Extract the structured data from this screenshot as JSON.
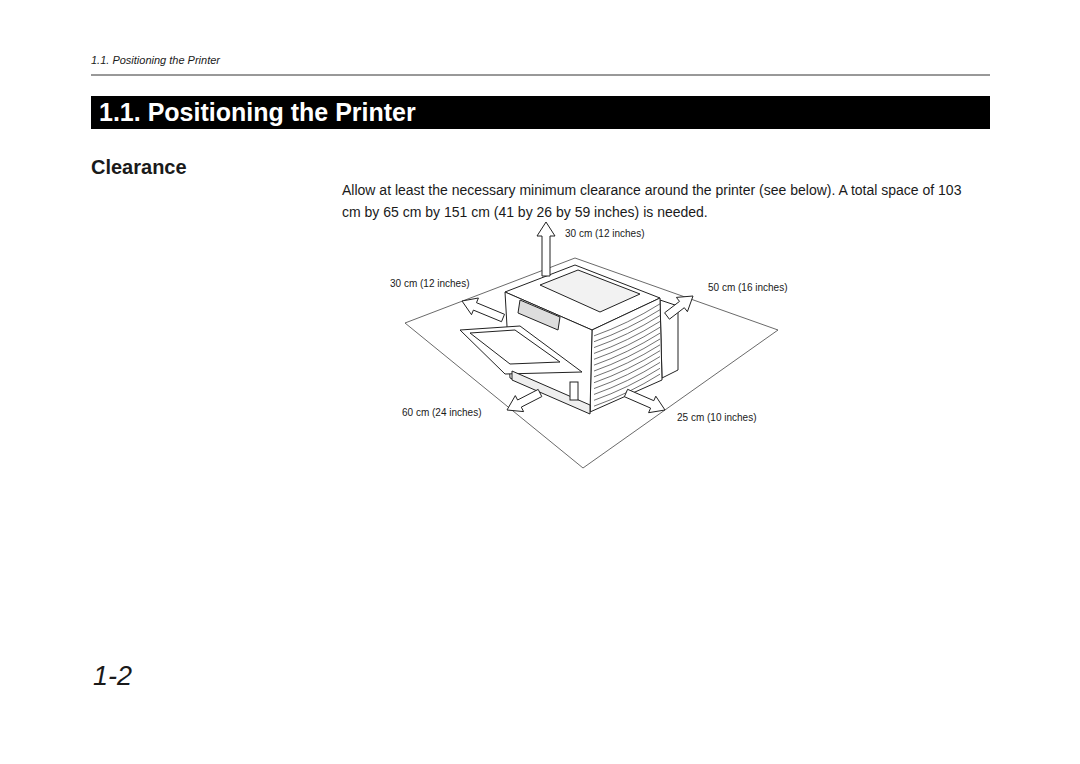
{
  "diagram": {
    "title": "1.1. Positioning the Printer",
    "labels": [
      "1.1. Positioning the Printer",
      "Clearance",
      "Allow at least the necessary minimum clearance around the printer (see below). A total space of 103 cm by 65 cm by 151 cm (41 by 26 by 59 inches) is needed.",
      "30 cm (12 inches)",
      "30 cm (12 inches)",
      "50 cm (16 inches)",
      "60 cm (24 inches)",
      "25 cm (10 inches)",
      "1-2"
    ]
  }
}
